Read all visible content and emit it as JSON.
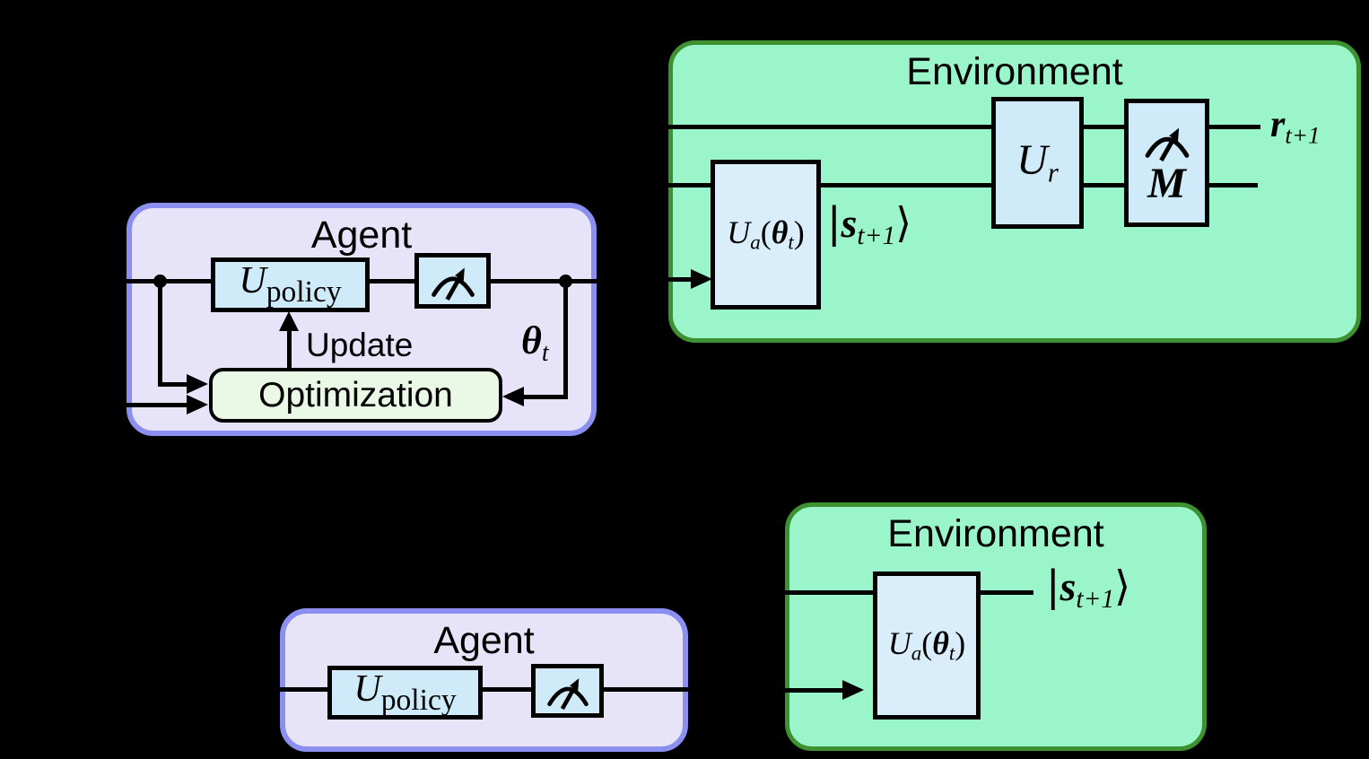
{
  "colors": {
    "bg": "#000000",
    "line": "#000000",
    "env-fill": "#9AF5CA",
    "env-border": "#3E9130",
    "agent-fill": "#E7E4FA",
    "agent-border": "#8A8FF0",
    "gate-fill": "#CFEBF9",
    "gate-fill-light": "#D9EDFB",
    "opt-fill": "#E9F9E6"
  },
  "icons": {
    "measurement": "gauge-meter-with-arrow-icon"
  },
  "titles": {
    "agent": "Agent",
    "environment": "Environment"
  },
  "agent": {
    "u_policy": {
      "base": "U",
      "sub": "policy"
    },
    "optimization": "Optimization",
    "update": "Update",
    "theta": {
      "base": "θ",
      "sub": "t"
    }
  },
  "environment": {
    "u_a": {
      "base": "U",
      "sub": "a",
      "open": "(",
      "theta": "θ",
      "theta_sub": "t",
      "close": ")"
    },
    "u_r": {
      "base": "U",
      "sub": "r"
    },
    "m": "M",
    "state": {
      "bar": "|",
      "base": "s",
      "sub": "t+1",
      "ket": "⟩"
    },
    "reward": {
      "base": "r",
      "sub": "t+1"
    }
  }
}
